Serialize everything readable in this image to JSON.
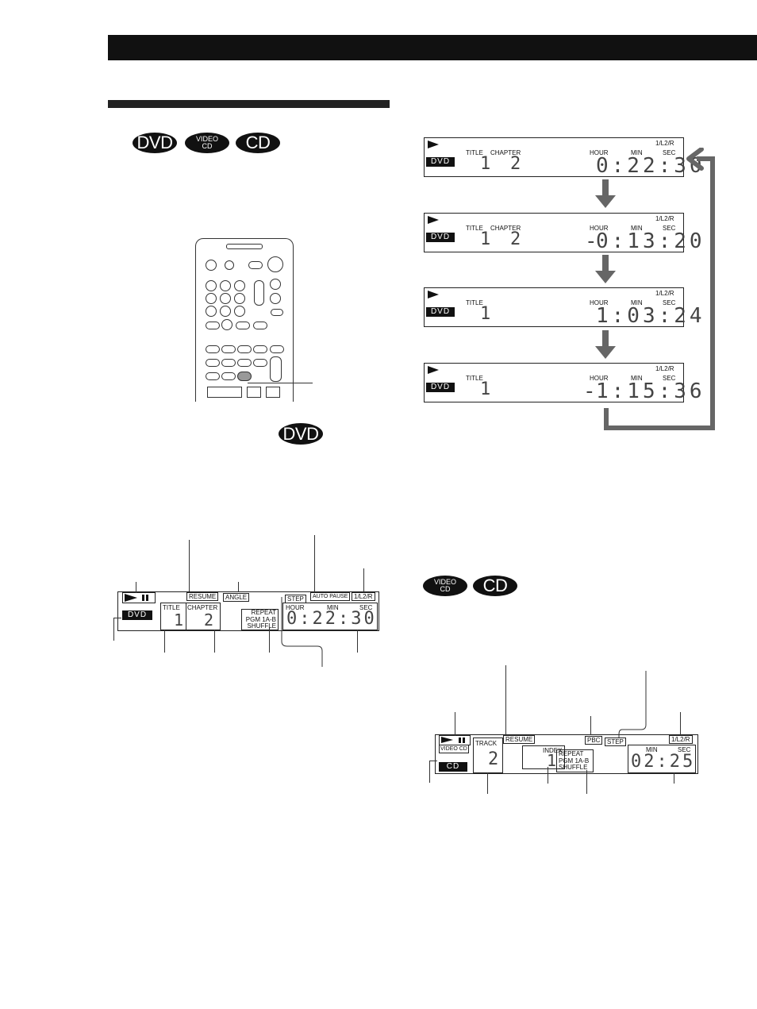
{
  "badges": {
    "dvd": "DVD",
    "video_cd_top": "VIDEO",
    "video_cd_bottom": "CD",
    "cd": "CD"
  },
  "time_displays": [
    {
      "play_icon": "play-icon",
      "disc": "DVD",
      "labels": [
        "TITLE",
        "CHAPTER"
      ],
      "title_num": "1",
      "chapter_num": "2",
      "hour_label": "HOUR",
      "min_label": "MIN",
      "sec_label": "SEC",
      "channel": "1/L2/R",
      "prefix": "",
      "time": "0:22:30"
    },
    {
      "play_icon": "play-icon",
      "disc": "DVD",
      "labels": [
        "TITLE",
        "CHAPTER"
      ],
      "title_num": "1",
      "chapter_num": "2",
      "hour_label": "HOUR",
      "min_label": "MIN",
      "sec_label": "SEC",
      "channel": "1/L2/R",
      "prefix": "-",
      "time": "0:13:20"
    },
    {
      "play_icon": "play-icon",
      "disc": "DVD",
      "labels": [
        "TITLE",
        ""
      ],
      "title_num": "1",
      "chapter_num": "",
      "hour_label": "HOUR",
      "min_label": "MIN",
      "sec_label": "SEC",
      "channel": "1/L2/R",
      "prefix": "",
      "time": "1:03:24"
    },
    {
      "play_icon": "play-icon",
      "disc": "DVD",
      "labels": [
        "TITLE",
        ""
      ],
      "title_num": "1",
      "chapter_num": "",
      "hour_label": "HOUR",
      "min_label": "MIN",
      "sec_label": "SEC",
      "channel": "1/L2/R",
      "prefix": "-",
      "time": "1:15:36"
    }
  ],
  "dvd_panel": {
    "resume": "RESUME",
    "angle": "ANGLE",
    "step": "STEP",
    "auto_pause": "AUTO PAUSE",
    "channel": "1/L2/R",
    "disc": "DVD",
    "title": "TITLE",
    "title_num": "1",
    "chapter": "CHAPTER",
    "chapter_num": "2",
    "repeat": "REPEAT",
    "pgm": "PGM 1A-B",
    "shuffle": "SHUFFLE",
    "hour": "HOUR",
    "min": "MIN",
    "sec": "SEC",
    "time": "0:22:30"
  },
  "vcd_panel": {
    "video_cd": "VIDEO CD",
    "disc": "CD",
    "track": "TRACK",
    "track_num": "2",
    "resume": "RESUME",
    "index": "INDEX",
    "index_num": "1",
    "pbc": "PBC",
    "step": "STEP",
    "repeat": "REPEAT",
    "pgm": "PGM 1A-B",
    "shuffle": "SHUFFLE",
    "channel": "1/L2/R",
    "min": "MIN",
    "sec": "SEC",
    "time": "02:25"
  }
}
